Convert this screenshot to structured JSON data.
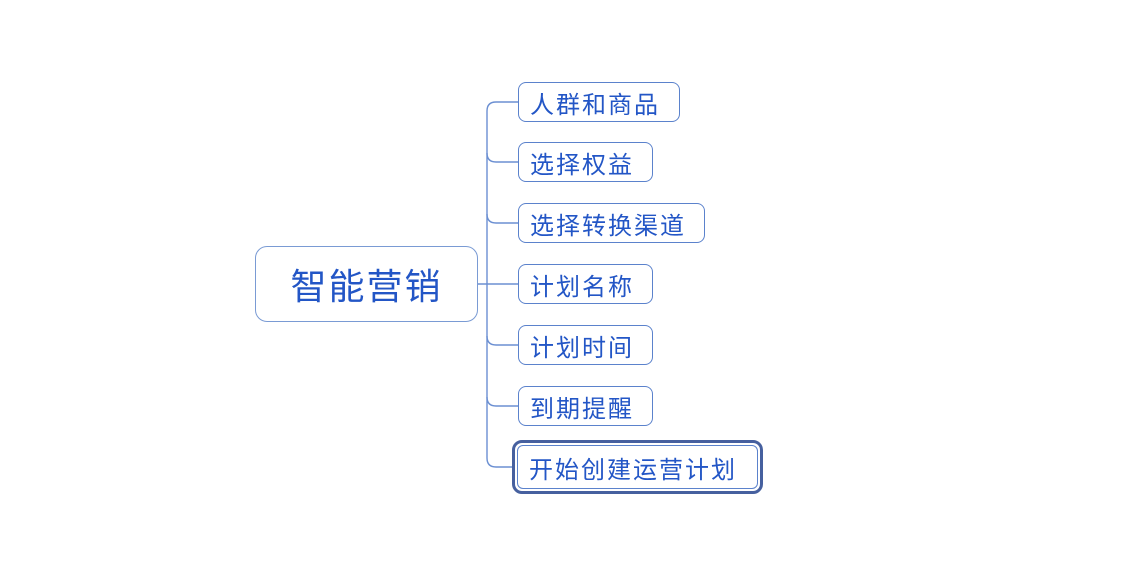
{
  "mindmap": {
    "root": {
      "label": "智能营销"
    },
    "children": [
      {
        "label": "人群和商品",
        "selected": false
      },
      {
        "label": "选择权益",
        "selected": false
      },
      {
        "label": "选择转换渠道",
        "selected": false
      },
      {
        "label": "计划名称",
        "selected": false
      },
      {
        "label": "计划时间",
        "selected": false
      },
      {
        "label": "到期提醒",
        "selected": false
      },
      {
        "label": "开始创建运营计划",
        "selected": true
      }
    ],
    "colors": {
      "background": "#ffffff",
      "text": "#2356c6",
      "node_border": "#5b82cc",
      "root_border": "#7a9bd4",
      "connector": "#6b8fd2",
      "selection_ring": "#46609f"
    }
  }
}
